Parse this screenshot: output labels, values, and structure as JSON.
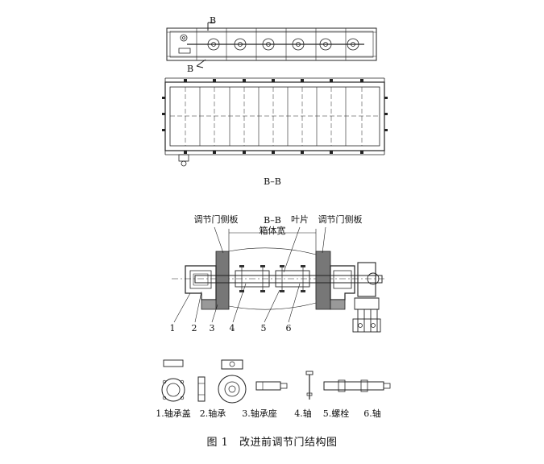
{
  "diagram": {
    "top_view": {
      "section_marker": "B",
      "section_marker_lower": "B"
    },
    "section_title": "B–B",
    "detail": {
      "label_left_plate": "调节门侧板",
      "label_right_plate": "调节门侧板",
      "label_section": "B–B",
      "label_box_width": "箱体宽",
      "label_blade": "叶片",
      "callouts": [
        "1",
        "2",
        "3",
        "4",
        "5",
        "6"
      ]
    },
    "parts": [
      {
        "label": "1.轴承盖",
        "icon": "bearing-cover-icon"
      },
      {
        "label": "2.轴承",
        "icon": "bearing-icon"
      },
      {
        "label": "3.轴承座",
        "icon": "bearing-seat-icon"
      },
      {
        "label": "4.轴",
        "icon": "shaft-icon"
      },
      {
        "label": "5.螺栓",
        "icon": "bolt-icon"
      },
      {
        "label": "6.轴",
        "icon": "shaft-long-icon"
      }
    ],
    "caption": "图 1　改进前调节门结构图"
  }
}
